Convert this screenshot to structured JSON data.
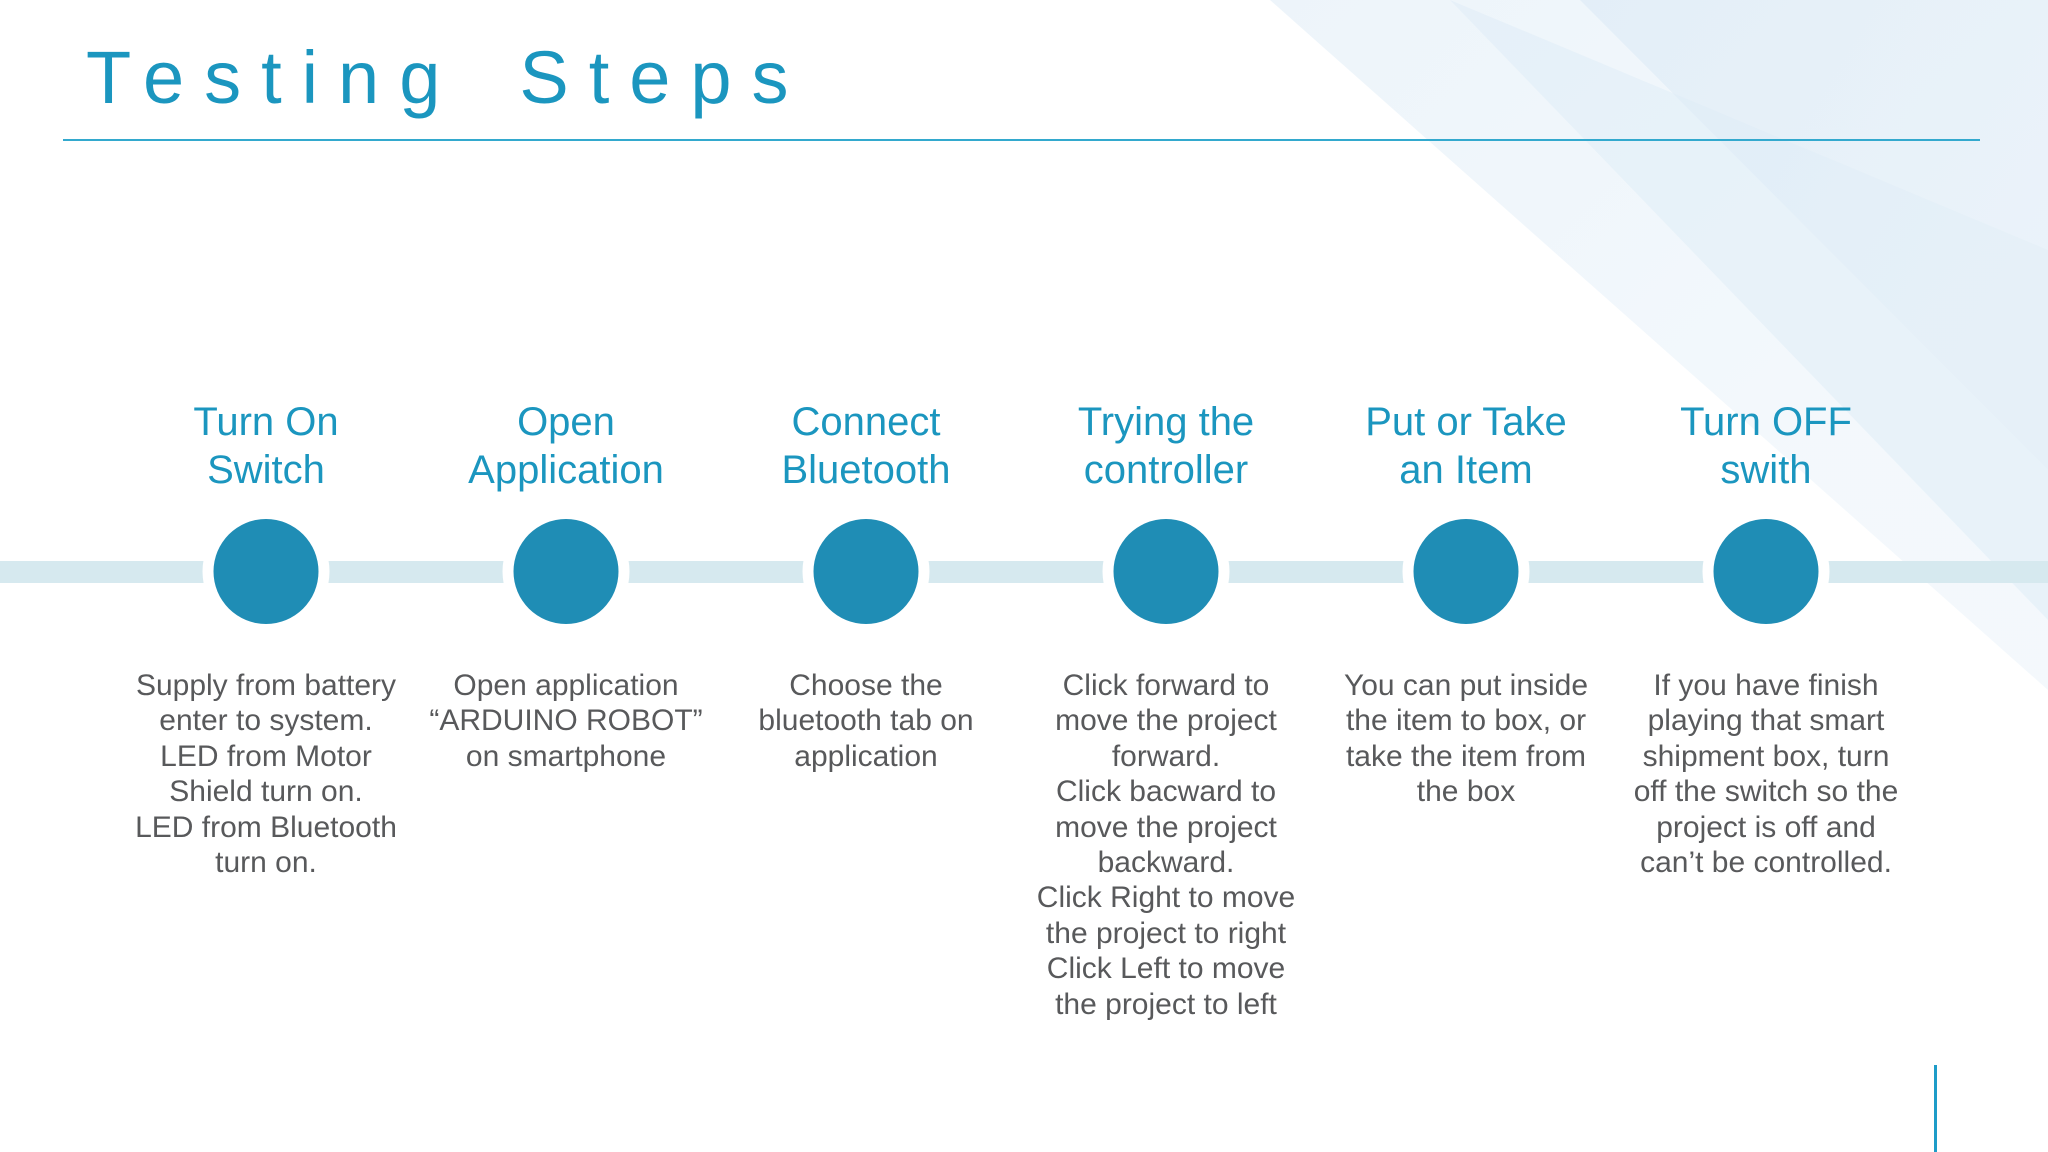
{
  "slide": {
    "title": "Testing Steps",
    "colors": {
      "teal_text": "#1B96BF",
      "teal_circle": "#1F8DB5",
      "band": "#D6E9EF",
      "gray_text": "#58595B",
      "underline": "#33A9CE",
      "accent_line": "#1E9CC8"
    },
    "steps": [
      {
        "label": "Turn On\nSwitch",
        "description": "Supply from battery\nenter to system.\nLED from Motor\nShield turn on.\nLED from Bluetooth\nturn on."
      },
      {
        "label": "Open\nApplication",
        "description": "Open application\n“ARDUINO ROBOT”\non smartphone"
      },
      {
        "label": "Connect\nBluetooth",
        "description": "Choose the\nbluetooth tab on\napplication"
      },
      {
        "label": "Trying the\ncontroller",
        "description": "Click forward to\nmove the project\nforward.\nClick bacward to\nmove the project\nbackward.\nClick Right to move\nthe project to right\nClick Left to move\nthe project to left"
      },
      {
        "label": "Put or Take\nan Item",
        "description": "You can put inside\nthe item to box, or\ntake the item from\nthe box"
      },
      {
        "label": "Turn OFF\nswith",
        "description": "If you have finish\nplaying that smart\nshipment box, turn\noff the switch so the\nproject is off and\ncan’t be controlled."
      }
    ]
  }
}
